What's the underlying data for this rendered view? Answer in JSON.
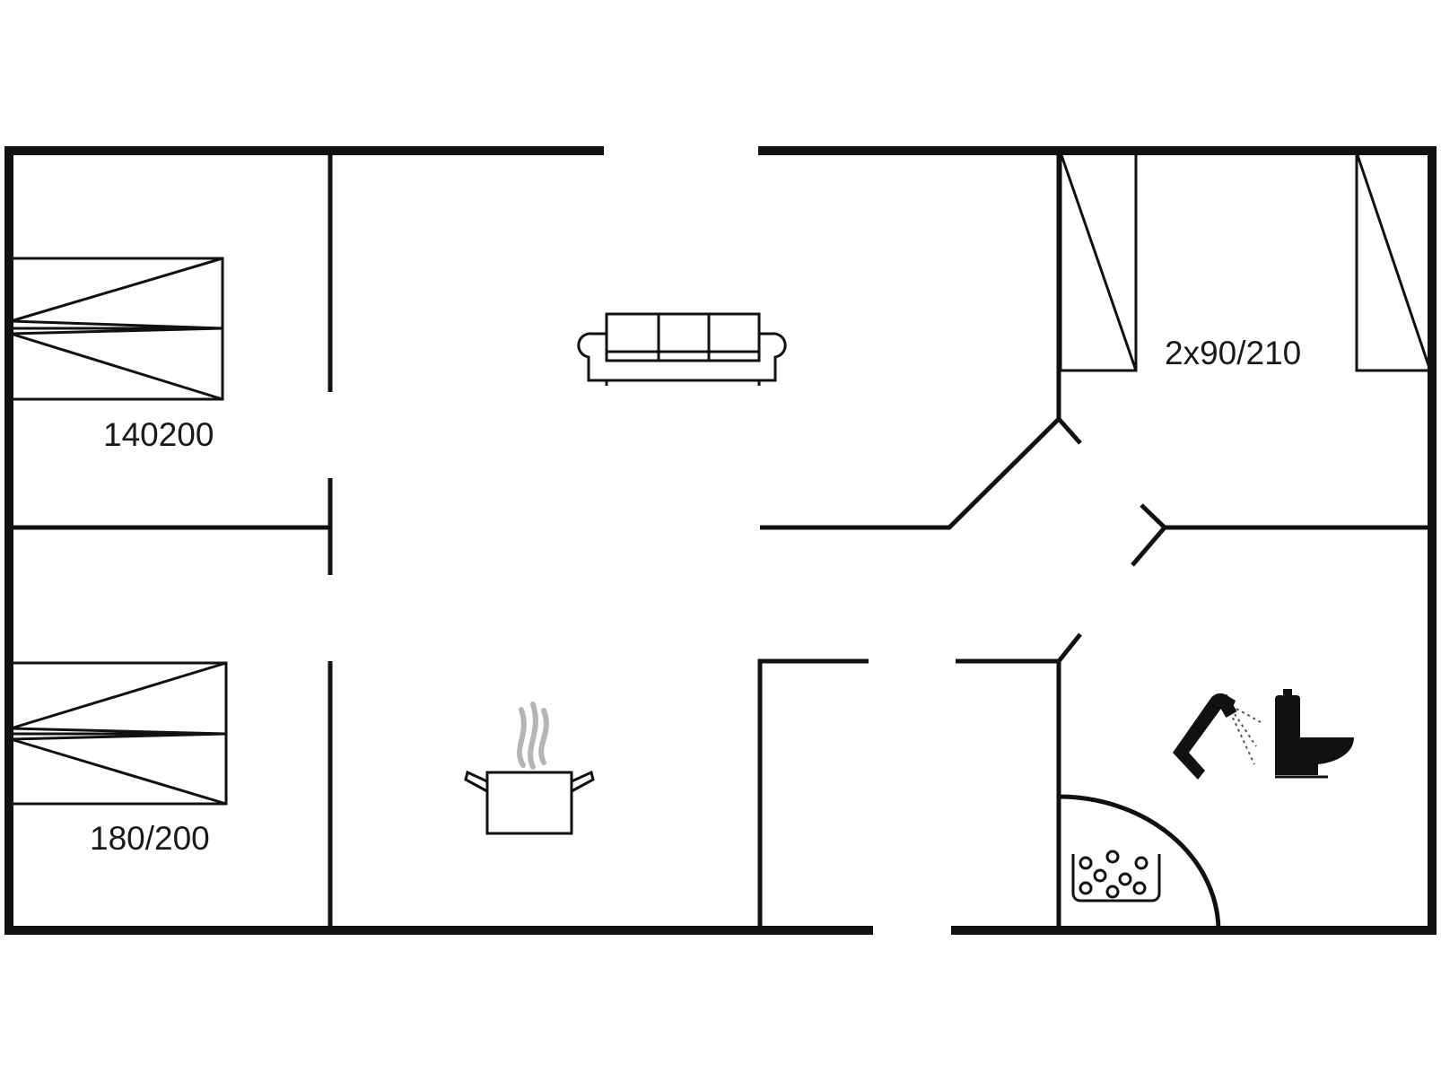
{
  "labels": {
    "bed_top_left": "140200",
    "bed_bottom_left": "180/200",
    "beds_right": "2x90/210"
  },
  "icons": {
    "sofa": "sofa-icon",
    "cooking_pot": "cooking-pot-icon",
    "shower": "shower-icon",
    "toilet": "toilet-icon",
    "sauna_stones": "sauna-stones-icon"
  },
  "colors": {
    "line": "#111111",
    "background": "#ffffff",
    "steam": "#b5b5b5"
  }
}
